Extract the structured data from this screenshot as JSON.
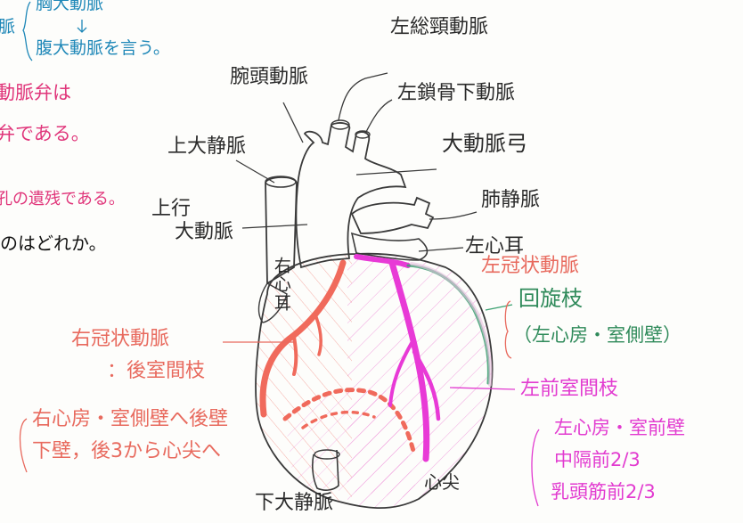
{
  "colors": {
    "pencil": "#3a3a3a",
    "right_coronary": "#f06a5c",
    "left_coronary": "#e83ad6",
    "circumflex": "#3aa070",
    "blue_note": "#1f88b8",
    "magenta_note": "#e0357a"
  },
  "notes": {
    "top_left_1": "脈",
    "top_left_2": "胸大動脈",
    "top_left_3": "腹大動脈を言う。",
    "mag_1": "動脈弁は",
    "mag_2": "弁である。",
    "mag_3": "孔の遺残である。",
    "printed_text": "のはどれか。"
  },
  "labels": {
    "left_common_carotid": "左総頸動脈",
    "brachiocephalic": "腕頭動脈",
    "left_subclavian": "左鎖骨下動脈",
    "superior_vena_cava": "上大静脈",
    "aortic_arch": "大動脈弓",
    "ascending_aorta_1": "上行",
    "ascending_aorta_2": "大動脈",
    "pulmonary_vein": "肺静脈",
    "left_auricle": "左心耳",
    "right_auricle": "右心耳",
    "inferior_vena_cava": "下大静脈",
    "apex": "心尖"
  },
  "right_coronary": {
    "title": "右冠状動脈",
    "branch": "：後室間枝",
    "desc_1": "右心房・室側壁へ後壁",
    "desc_2": "下壁，後3から心尖へ"
  },
  "left_coronary": {
    "title": "左冠状動脈",
    "circumflex": "回旋枝",
    "circumflex_desc": "（左心房・室側壁）",
    "anterior": "左前室間枝",
    "anterior_desc_1": "左心房・室前壁",
    "anterior_desc_2": "中隔前2/3",
    "anterior_desc_3": "乳頭筋前2/3"
  }
}
